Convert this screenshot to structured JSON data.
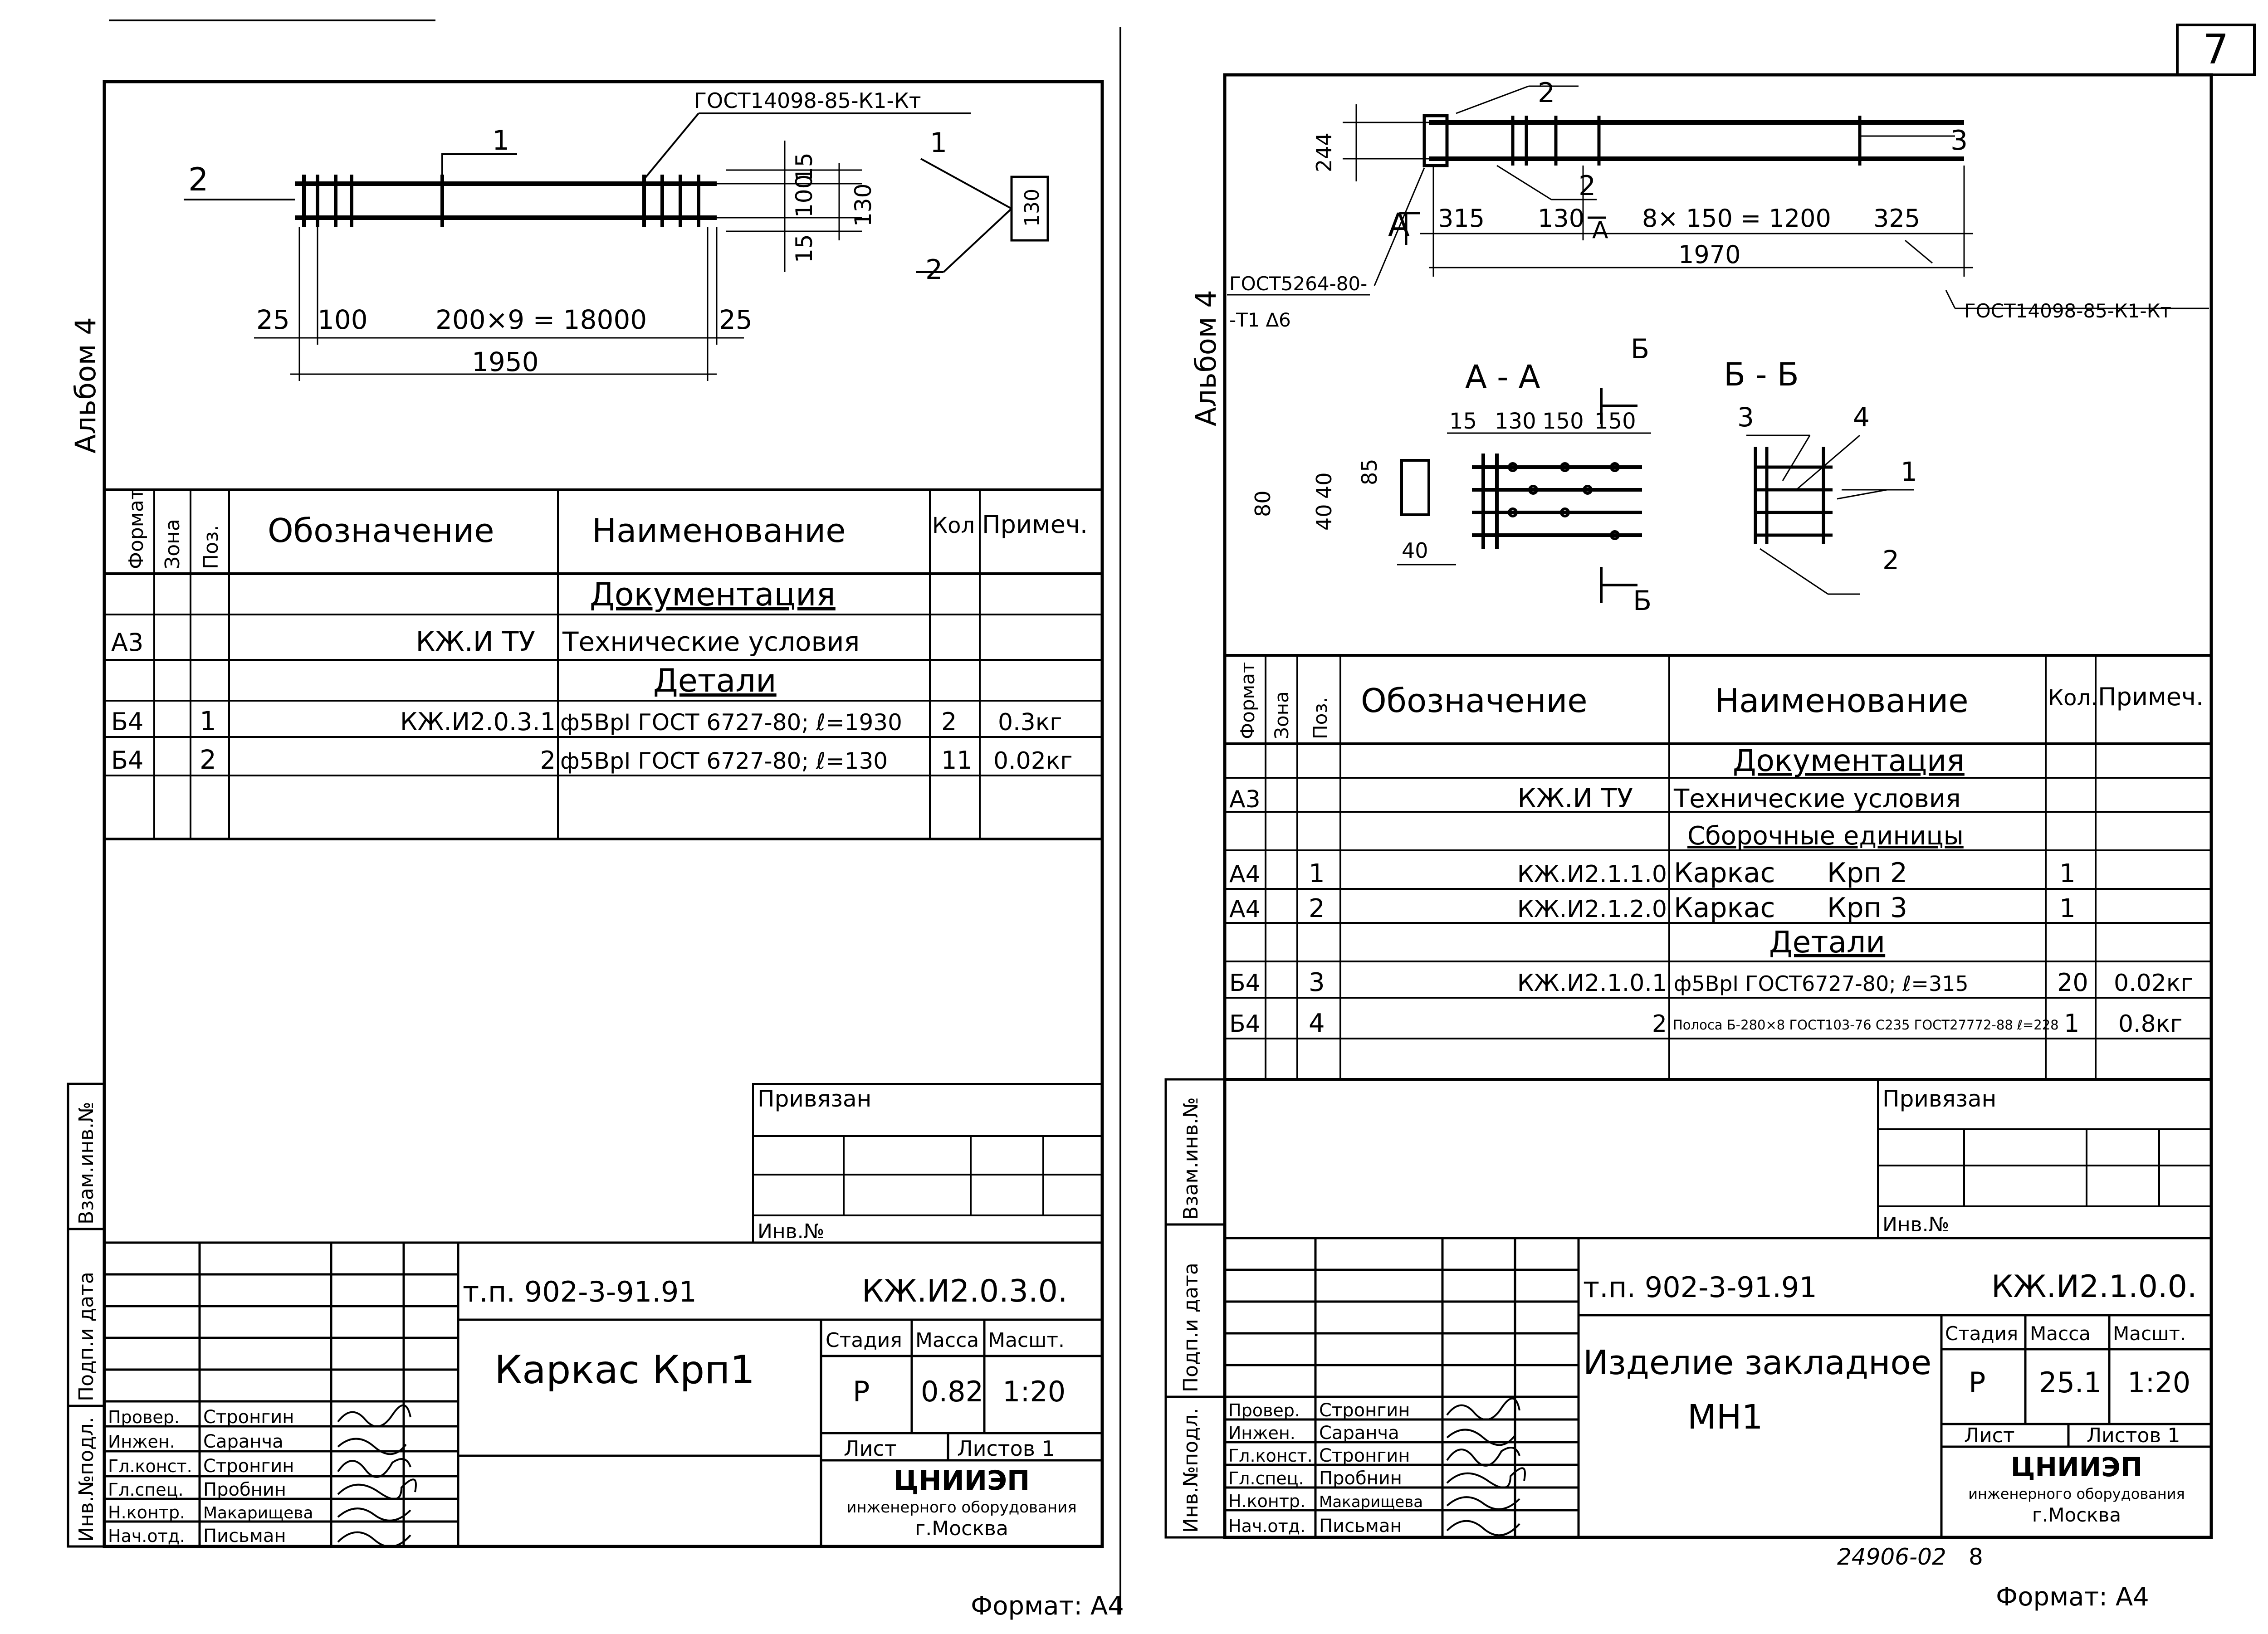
{
  "page_number": "7",
  "bottom_code": "24906-02",
  "bottom_page": "8",
  "album": "Альбом 4",
  "left": {
    "drawing": {
      "gost": "ГОСТ14098-85-К1-Кт",
      "pos1": "1",
      "pos2": "2",
      "d_25a": "25",
      "d_100": "100",
      "d_span": "200×9 = 18000",
      "d_25b": "25",
      "d_total": "1950",
      "d_15a": "15",
      "d_100v": "100",
      "d_15b": "15",
      "d_130": "130",
      "node_1": "1",
      "node_2": "2",
      "node_130": "130"
    },
    "table": {
      "h_format": "Формат",
      "h_zone": "Зона",
      "h_pos": "Поз.",
      "h_designation": "Обозначение",
      "h_name": "Наименование",
      "h_qty": "Кол",
      "h_note": "Примеч.",
      "section_doc": "Документация",
      "section_parts": "Детали",
      "rows": [
        {
          "fmt": "А3",
          "pos": "",
          "des": "КЖ.И ТУ",
          "name": "Технические условия",
          "qty": "",
          "note": ""
        },
        {
          "fmt": "Б4",
          "pos": "1",
          "des": "КЖ.И2.0.3.1",
          "name": "ф5ВрI ГОСТ 6727-80; ℓ=1930",
          "qty": "2",
          "note": "0.3кг"
        },
        {
          "fmt": "Б4",
          "pos": "2",
          "des": "2",
          "name": "ф5ВрI ГОСТ 6727-80; ℓ=130",
          "qty": "11",
          "note": "0.02кг"
        }
      ]
    },
    "side": {
      "vzam": "Взам.инв.№",
      "podp": "Подп.и дата",
      "inv": "Инв.№подл."
    },
    "tb": {
      "privyazan": "Привязан",
      "invno": "Инв.№",
      "project": "т.п. 902-3-91.91",
      "code": "КЖ.И2.0.3.0.",
      "title": "Каркас Крп1",
      "stage_h": "Стадия",
      "mass_h": "Масса",
      "scale_h": "Масшт.",
      "stage": "Р",
      "mass": "0.82",
      "scale": "1:20",
      "sheet": "Лист",
      "sheets": "Листов 1",
      "org1": "ЦНИИЭП",
      "org2": "инженерного оборудования",
      "org3": "г.Москва",
      "roles": [
        "Провер.",
        "Инжен.",
        "Гл.конст.",
        "Гл.спец.",
        "Н.контр.",
        "Нач.отд."
      ],
      "names": [
        "Стронгин",
        "Саранча",
        "Стронгин",
        "Пробнин",
        "Макарищева",
        "Письман"
      ],
      "format": "Формат: А4"
    }
  },
  "right": {
    "drawing": {
      "pos2": "2",
      "pos3": "3",
      "pos2b": "2",
      "d_244": "244",
      "d_315": "315",
      "d_130": "130",
      "d_span": "8× 150 = 1200",
      "d_325": "325",
      "d_total": "1970",
      "sec_a": "А",
      "gost_a": "ГОСТ5264-80-",
      "gost_b": "-Т1 ∆6",
      "gost_k": "ГОСТ14098-85-К1-Кт",
      "sec_aa": "А - А",
      "sec_bb": "Б - Б",
      "sec_b": "Б",
      "d_15": "15",
      "d_130s": "130",
      "d_150a": "150",
      "d_150b": "150",
      "d_80": "80",
      "d_40a": "40",
      "d_40b": "40",
      "d_85": "85",
      "d_40c": "40",
      "n3": "3",
      "n4": "4",
      "n1": "1",
      "n2": "2"
    },
    "table": {
      "h_format": "Формат",
      "h_zone": "Зона",
      "h_pos": "Поз.",
      "h_designation": "Обозначение",
      "h_name": "Наименование",
      "h_qty": "Кол.",
      "h_note": "Примеч.",
      "section_doc": "Документация",
      "section_asm": "Сборочные единицы",
      "section_parts": "Детали",
      "rows": [
        {
          "fmt": "А3",
          "pos": "",
          "des": "КЖ.И ТУ",
          "name": "Технические условия",
          "qty": "",
          "note": ""
        },
        {
          "fmt": "А4",
          "pos": "1",
          "des": "КЖ.И2.1.1.0",
          "name": "Каркас      Крп 2",
          "qty": "1",
          "note": ""
        },
        {
          "fmt": "А4",
          "pos": "2",
          "des": "КЖ.И2.1.2.0",
          "name": "Каркас      Крп 3",
          "qty": "1",
          "note": ""
        },
        {
          "fmt": "Б4",
          "pos": "3",
          "des": "КЖ.И2.1.0.1",
          "name": "ф5ВрI ГОСТ6727-80; ℓ=315",
          "qty": "20",
          "note": "0.02кг"
        },
        {
          "fmt": "Б4",
          "pos": "4",
          "des": "2",
          "name": "Полоса Б-280×8 ГОСТ103-76 С235 ГОСТ27772-88 ℓ=228",
          "qty": "1",
          "note": "0.8кг"
        }
      ]
    },
    "side": {
      "vzam": "Взам.инв.№",
      "podp": "Подп.и дата",
      "inv": "Инв.№подл."
    },
    "tb": {
      "privyazan": "Привязан",
      "invno": "Инв.№",
      "project": "т.п. 902-3-91.91",
      "code": "КЖ.И2.1.0.0.",
      "title1": "Изделие закладное",
      "title2": "МН1",
      "stage_h": "Стадия",
      "mass_h": "Масса",
      "scale_h": "Масшт.",
      "stage": "Р",
      "mass": "25.1",
      "scale": "1:20",
      "sheet": "Лист",
      "sheets": "Листов 1",
      "org1": "ЦНИИЭП",
      "org2": "инженерного оборудования",
      "org3": "г.Москва",
      "roles": [
        "Провер.",
        "Инжен.",
        "Гл.конст.",
        "Гл.спец.",
        "Н.контр.",
        "Нач.отд."
      ],
      "names": [
        "Стронгин",
        "Саранча",
        "Стронгин",
        "Пробнин",
        "Макарищева",
        "Письман"
      ],
      "format": "Формат: А4"
    }
  }
}
